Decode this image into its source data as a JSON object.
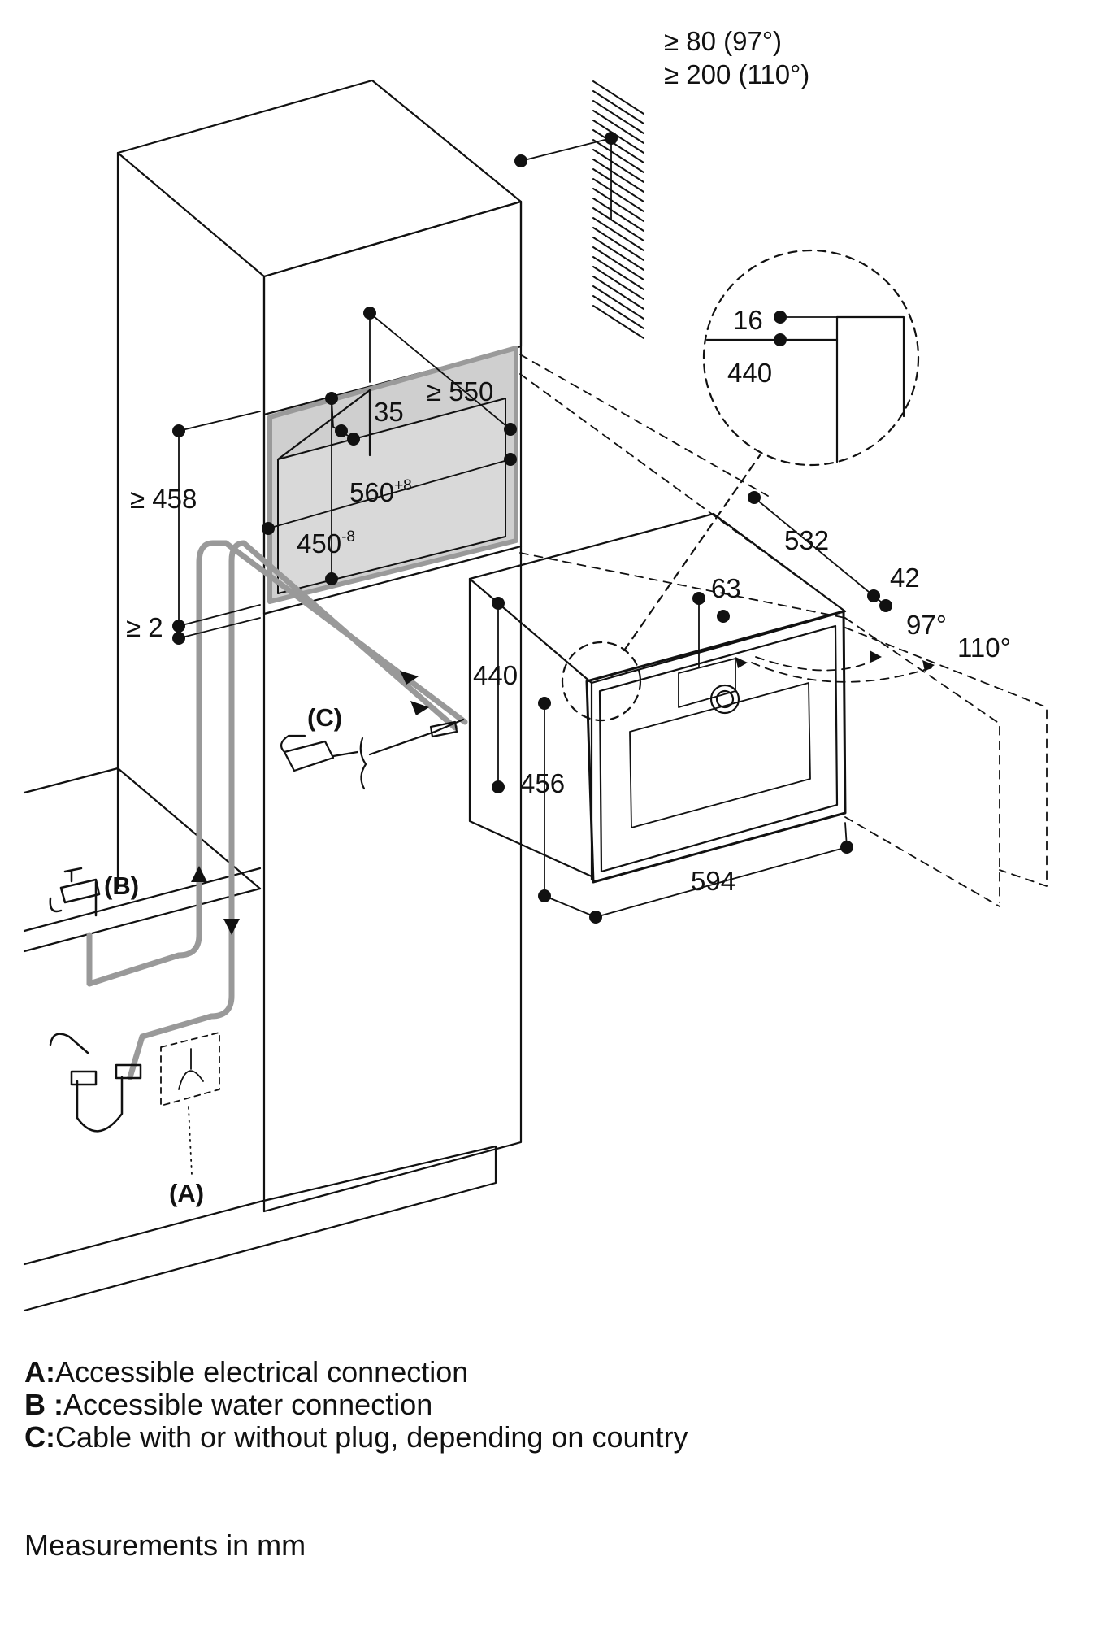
{
  "ventilation": {
    "line1": "≥ 80 (97°)",
    "line2": "≥ 200 (110°)"
  },
  "dims": {
    "d16": "16",
    "d440_detail": "440",
    "d550": "≥ 550",
    "d35": "35",
    "d458": "≥ 458",
    "d560": "560",
    "d560_tol": "+8",
    "d450": "450",
    "d450_tol": "-8",
    "d532": "532",
    "d42": "42",
    "d63": "63",
    "d97": "97°",
    "d110": "110°",
    "d2": "≥ 2",
    "d440_side": "440",
    "d456": "456",
    "d594": "594"
  },
  "connections": {
    "a": "(A)",
    "b": "(B)",
    "c": "(C)"
  },
  "legend": [
    {
      "key": "A:",
      "text": "Accessible electrical connection"
    },
    {
      "key": "B :",
      "text": "Accessible water connection"
    },
    {
      "key": "C:",
      "text": "Cable with or without plug, depending on country"
    }
  ],
  "units_note": "Measurements in mm"
}
